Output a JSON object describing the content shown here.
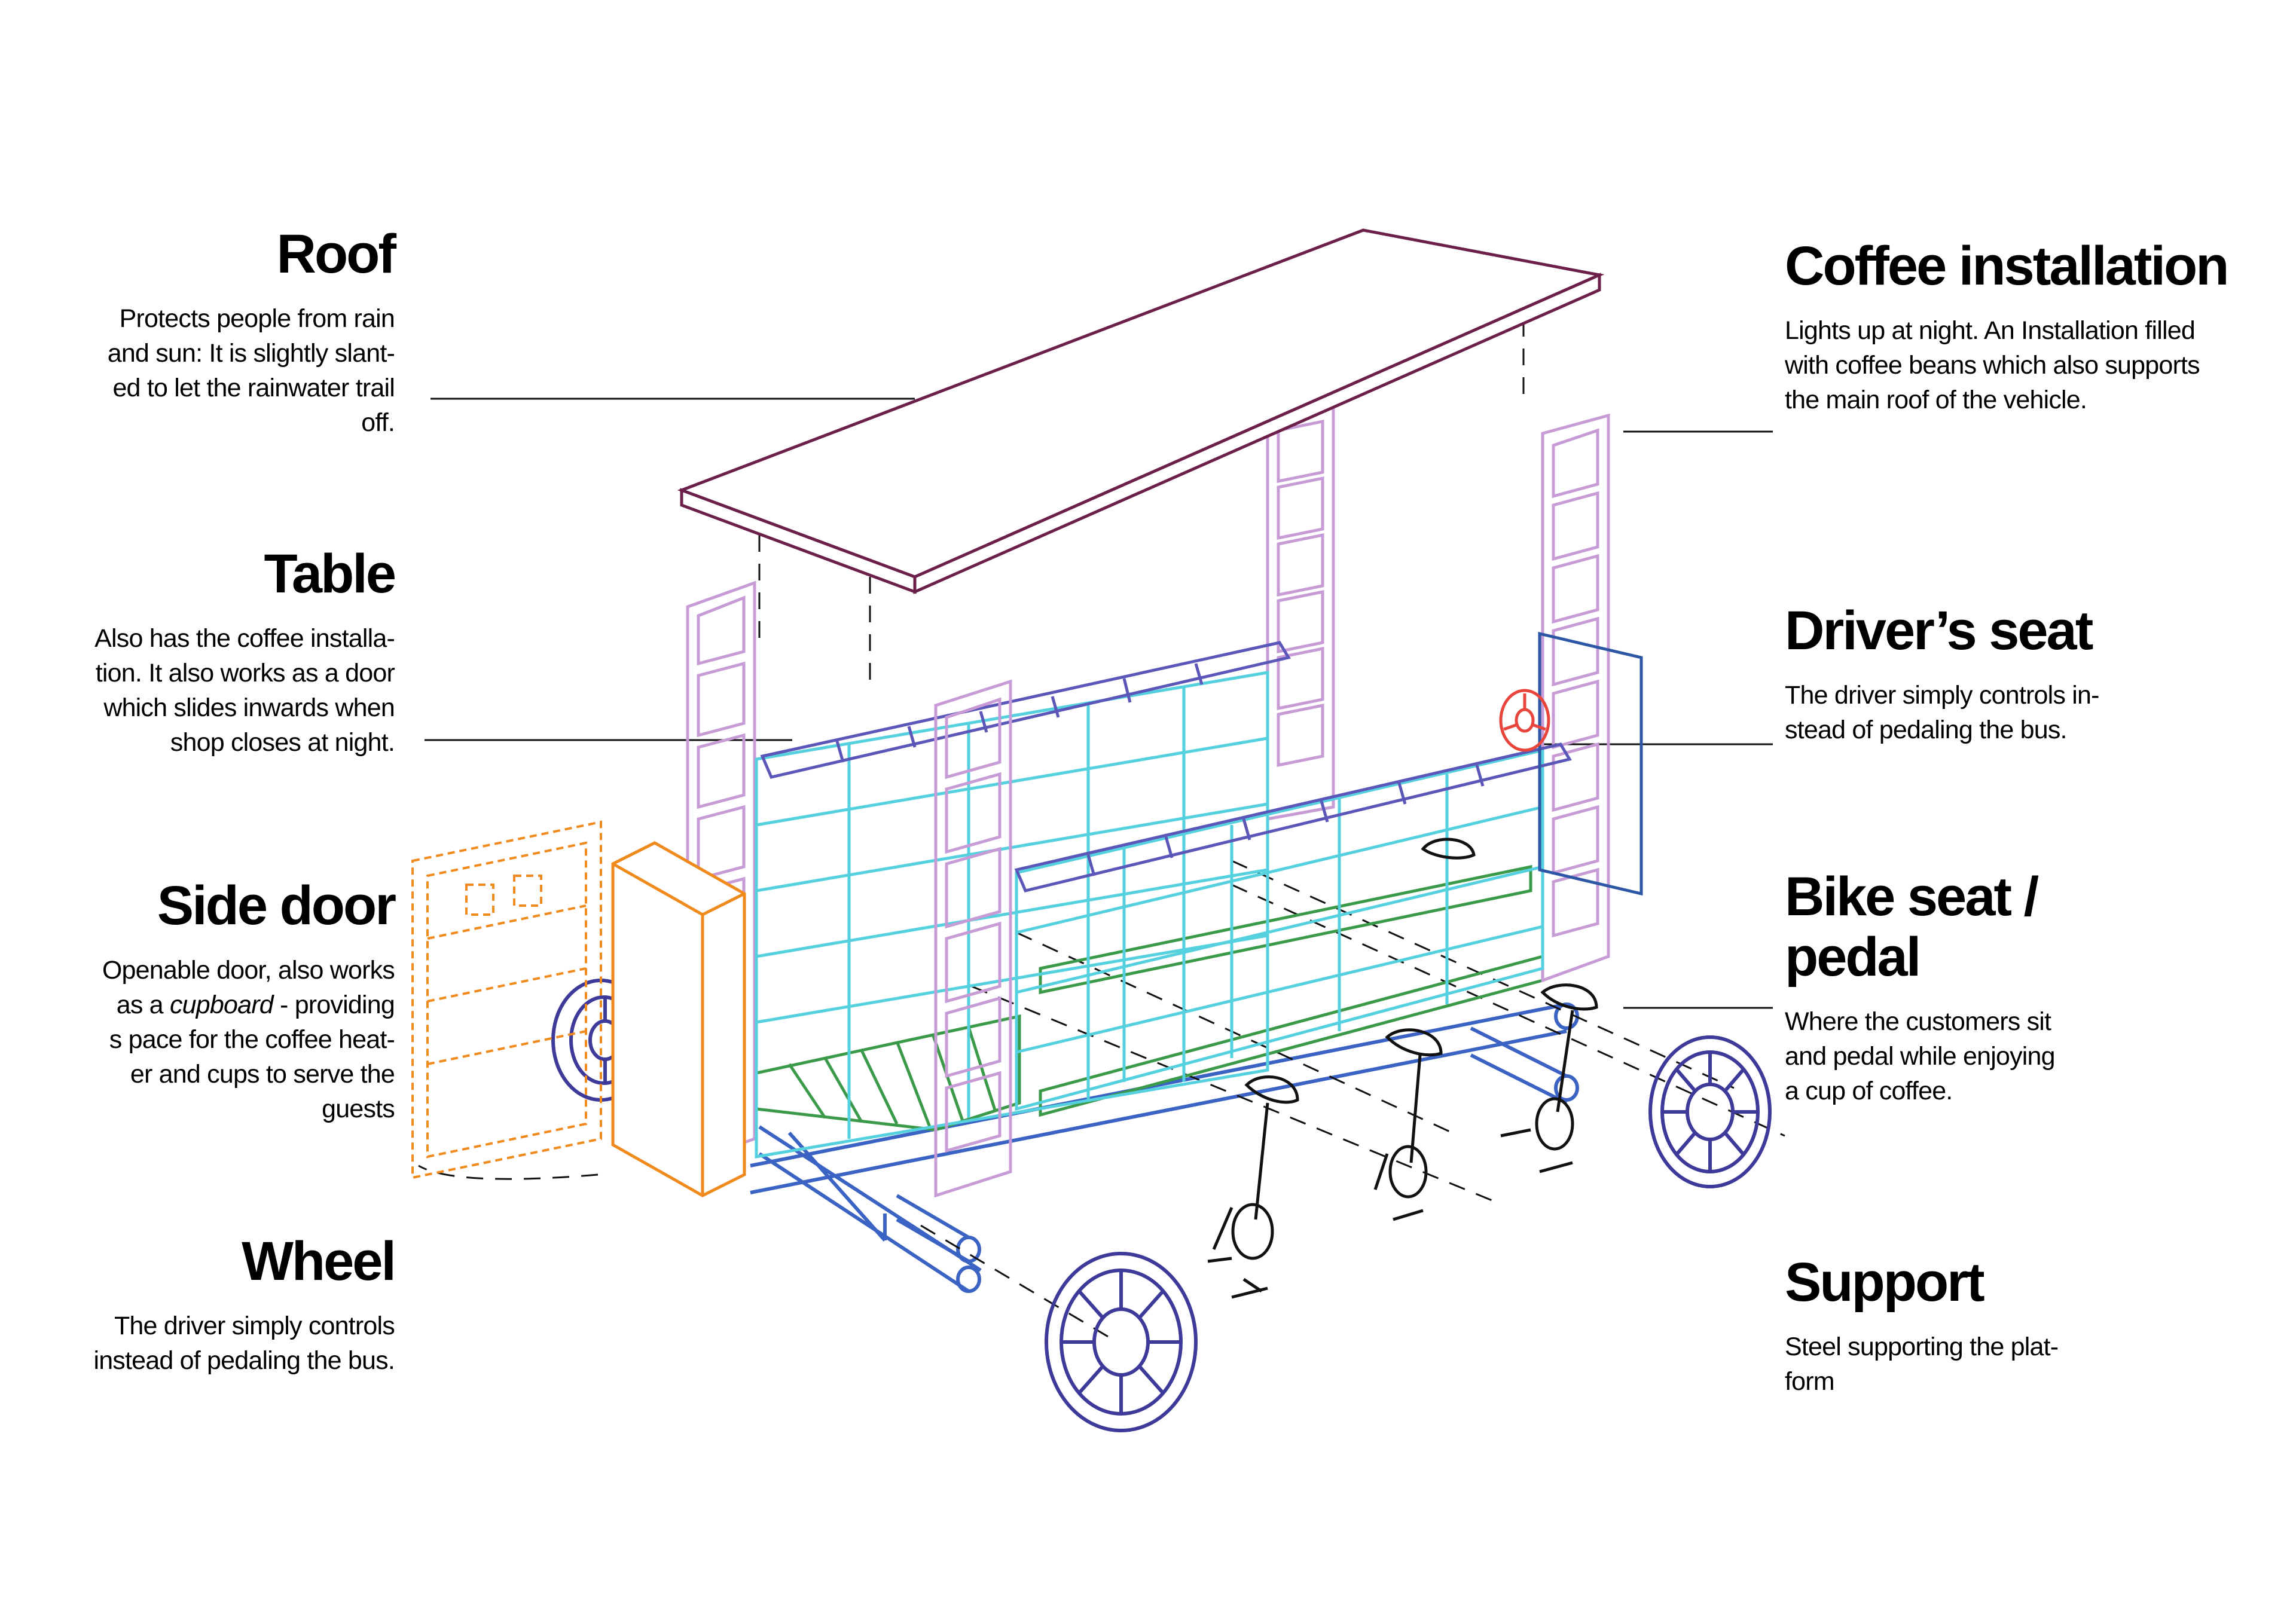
{
  "labels": {
    "roof": {
      "title": "Roof",
      "lines": [
        "Protects people from rain",
        "and sun: It is slightly slant-",
        "ed to let the rainwater trail",
        "off."
      ]
    },
    "table": {
      "title": "Table",
      "lines": [
        "Also has the coffee installa-",
        "tion. It also works as a door",
        "which slides inwards when",
        "shop closes at night."
      ]
    },
    "side_door": {
      "title": "Side door",
      "lines_before": [
        "Openable door, also works"
      ],
      "line_mixed": {
        "prefix": "as a ",
        "italic": "cupboard",
        "suffix": " - providing"
      },
      "lines_after": [
        "s pace for the coffee heat-",
        "er and cups to serve the",
        "guests"
      ]
    },
    "wheel": {
      "title": "Wheel",
      "lines": [
        "The driver simply controls",
        "instead of pedaling the bus."
      ]
    },
    "coffee_installation": {
      "title": "Coffee installation",
      "lines": [
        "Lights up at night. An Installation filled",
        "with coffee beans which also supports",
        "the main roof of the vehicle."
      ]
    },
    "drivers_seat": {
      "title": "Driver’s seat",
      "lines": [
        "The driver simply controls in-",
        "stead of pedaling the bus."
      ]
    },
    "bike_seat": {
      "title_lines": [
        "Bike seat /",
        "pedal"
      ],
      "lines": [
        "Where the customers sit",
        "and pedal while enjoying",
        "a cup of coffee."
      ]
    },
    "support": {
      "title": "Support",
      "lines": [
        "Steel supporting the plat-",
        "form"
      ]
    }
  },
  "colors": {
    "roof": "#6b1f4a",
    "pillar": "#c79bd6",
    "table": "#5b57b8",
    "shelf": "#55d0df",
    "floor": "#3a9a4a",
    "door": "#f08a1c",
    "frame": "#3a63c4",
    "wheel": "#3d3a9a",
    "wheel_steering": "#e8453c",
    "bike": "#111111",
    "panel": "#2d57a6",
    "leader": "#111111"
  }
}
